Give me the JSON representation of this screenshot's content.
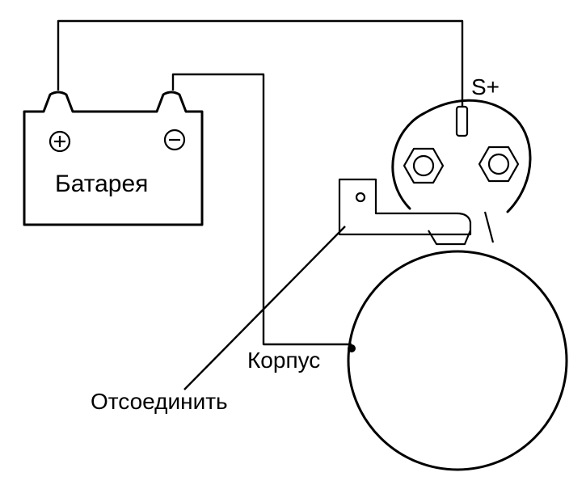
{
  "labels": {
    "battery": "Батарея",
    "positive_sign": "+",
    "negative_sign": "−",
    "terminal_s": "S+",
    "housing": "Корпус",
    "disconnect": "Отсоединить"
  },
  "colors": {
    "line": "#000000",
    "background": "#ffffff"
  },
  "icons": {
    "positive_terminal": "plus-circle-icon",
    "negative_terminal": "minus-circle-icon",
    "terminal_nut": "hex-nut-icon"
  }
}
